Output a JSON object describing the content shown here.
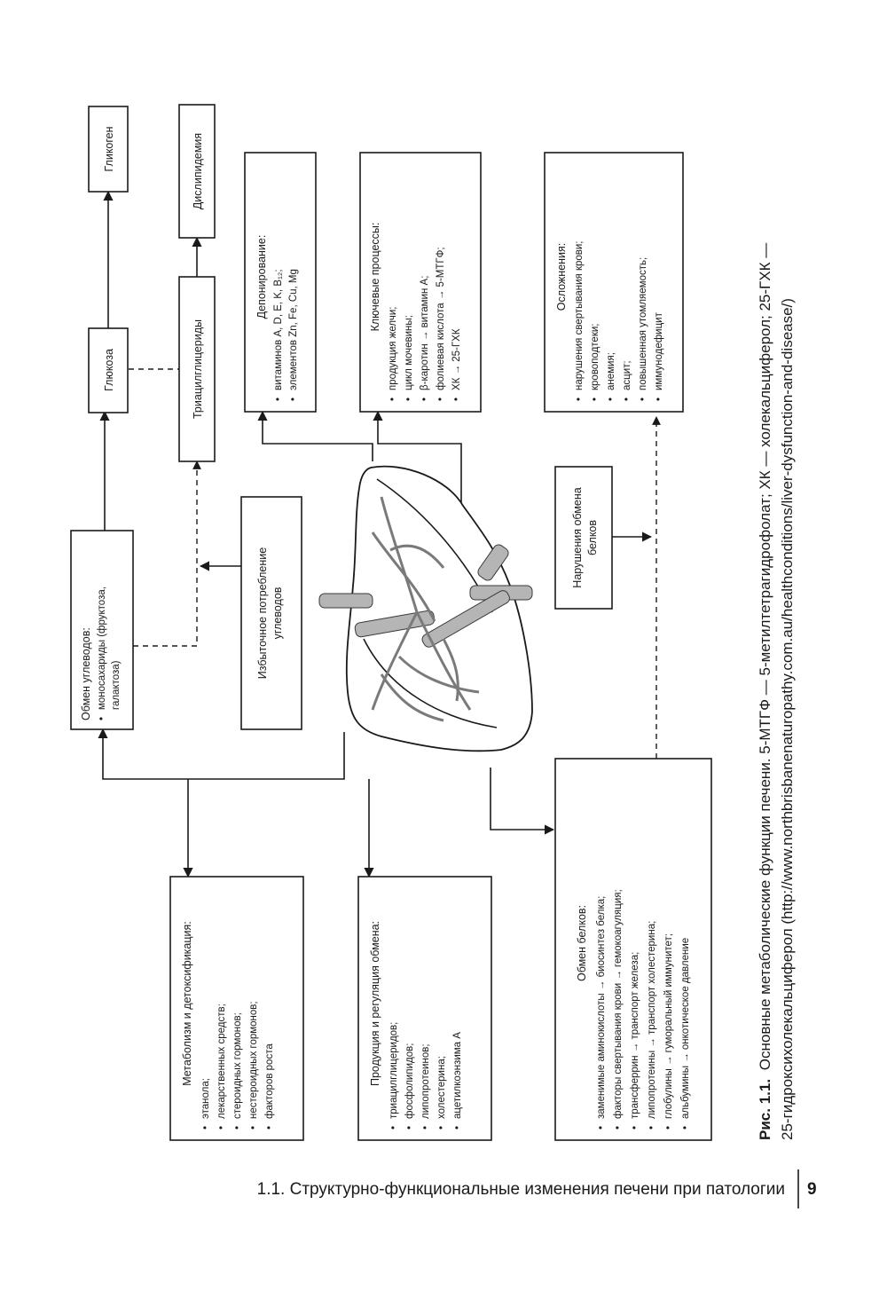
{
  "footer": {
    "running_title": "1.1. Структурно-функциональные изменения печени при патологии",
    "page_number": "9"
  },
  "caption": {
    "label": "Рис. 1.1.",
    "line1": "Основные метаболические функции печени. 5-МТГФ — 5-метилтетрагидрофолат; ХК — холекальциферол; 25-ГХК —",
    "line2": "25-гидроксихолекальциферол (http://www.northbrisbanenaturopathy.com.au/healthconditions/liver-dysfunction-and-disease/)"
  },
  "boxes": {
    "glycogen": {
      "title": "Гликоген"
    },
    "dyslipidemia": {
      "title": "Дислипидемия"
    },
    "glucose": {
      "title": "Глюкоза"
    },
    "triacylglycerides": {
      "title": "Триацилглицериды"
    },
    "carb_metabolism": {
      "title": "Обмен углеводов:",
      "items": [
        "моносахариды (фруктоза,",
        "галактоза)"
      ]
    },
    "carb_excess": {
      "line1": "Избыточное потребление",
      "line2": "углеводов"
    },
    "storage": {
      "title": "Депонирование:",
      "items": [
        "витаминов A, D, E, K, B₁₂;",
        "элементов Zn, Fe, Cu, Mg"
      ]
    },
    "key_processes": {
      "title": "Ключевые процессы:",
      "items": [
        "продукция желчи;",
        "цикл мочевины;",
        "β-каротин → витамин А;",
        "фолиевая кислота → 5-МТГФ;",
        "ХК → 25-ГХК"
      ]
    },
    "complications": {
      "title": "Осложнения:",
      "items": [
        "нарушения свертывания крови;",
        "кровоподтеки;",
        "анемия;",
        "асцит;",
        "повышенная утомляемость;",
        "иммунодефицит"
      ]
    },
    "protein_disorder": {
      "line1": "Нарушения обмена",
      "line2": "белков"
    },
    "detox": {
      "title": "Метаболизм и детоксификация:",
      "items": [
        "этанола;",
        "лекарственных средств;",
        "стероидных гормонов;",
        "нестероидных гормонов;",
        "факторов роста"
      ]
    },
    "production": {
      "title": "Продукция и регуляция обмена:",
      "items": [
        "триацилглицеридов;",
        "фосфолипидов;",
        "липопротеинов;",
        "холестерина;",
        "ацетилкоэнзима А"
      ]
    },
    "protein_metabolism": {
      "title": "Обмен белков:",
      "items": [
        "заменимые аминокислоты → биосинтез белка;",
        "факторы свертывания крови → гемокоагуляция;",
        "трансферрин → транспорт железа;",
        "липопротеины → транспорт холестерина;",
        "глобулины → гуморальный иммунитет;",
        "альбумины → онкотическое давление"
      ]
    }
  }
}
